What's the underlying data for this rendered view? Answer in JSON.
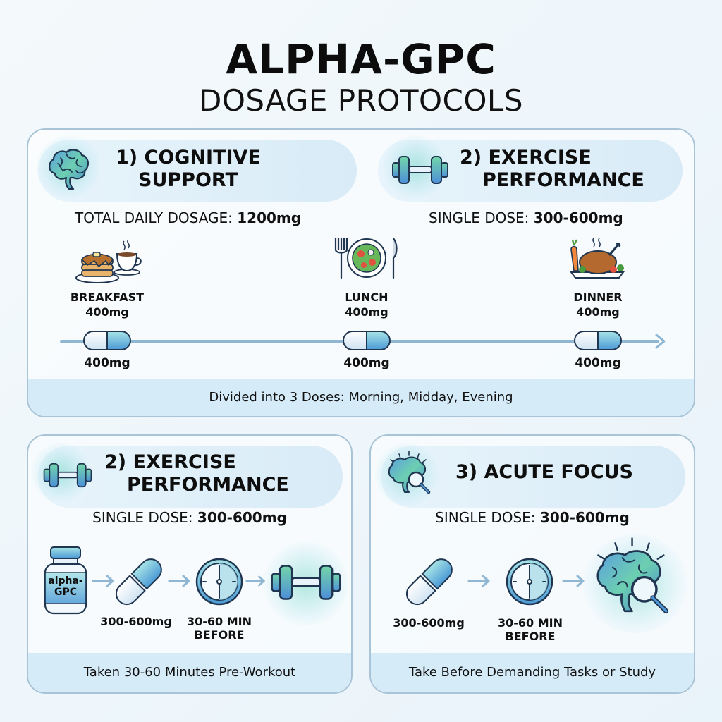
{
  "header": {
    "title": "ALPHA-GPC",
    "subtitle": "DOSAGE PROTOCOLS"
  },
  "cognitive": {
    "title_line1": "1) COGNITIVE",
    "title_line2": "SUPPORT",
    "icon": "brain-icon",
    "dose_prefix": "TOTAL DAILY DOSAGE:",
    "dose_value": "1200mg",
    "meals": [
      {
        "label": "BREAKFAST",
        "dose": "400mg",
        "icon": "pancakes-coffee-icon",
        "pill_dose": "400mg"
      },
      {
        "label": "LUNCH",
        "dose": "400mg",
        "icon": "salad-plate-icon",
        "pill_dose": "400mg"
      },
      {
        "label": "DINNER",
        "dose": "400mg",
        "icon": "roast-chicken-icon",
        "pill_dose": "400mg"
      }
    ],
    "footer": "Divided into 3 Doses: Morning, Midday, Evening"
  },
  "exercise_top": {
    "title_line1": "2) EXERCISE",
    "title_line2": "PERFORMANCE",
    "icon": "dumbbell-icon",
    "dose_prefix": "SINGLE DOSE:",
    "dose_value": "300-600mg"
  },
  "exercise": {
    "title_line1": "2) EXERCISE",
    "title_line2": "PERFORMANCE",
    "icon": "dumbbell-icon",
    "dose_prefix": "SINGLE DOSE:",
    "dose_value": "300-600mg",
    "bottle_label_line1": "alpha-",
    "bottle_label_line2": "GPC",
    "steps": [
      {
        "icon": "bottle-icon"
      },
      {
        "icon": "capsule-icon",
        "label": "300-600mg"
      },
      {
        "icon": "clock-icon",
        "label_line1": "30-60 MIN",
        "label_line2": "BEFORE"
      },
      {
        "icon": "dumbbell-icon"
      }
    ],
    "footer": "Taken 30-60 Minutes Pre-Workout"
  },
  "focus": {
    "title": "3) ACUTE FOCUS",
    "icon": "brain-magnifier-icon",
    "dose_prefix": "SINGLE DOSE:",
    "dose_value": "300-600mg",
    "steps": [
      {
        "icon": "capsule-icon",
        "label": "300-600mg"
      },
      {
        "icon": "clock-icon",
        "label_line1": "30-60 MIN",
        "label_line2": "BEFORE"
      },
      {
        "icon": "brain-magnifier-icon"
      }
    ],
    "footer": "Take Before Demanding Tasks or Study"
  },
  "colors": {
    "border": "#a9c4d6",
    "header_pill": "#dcedf8",
    "footer_band": "#d6ebf8",
    "icon_blue": "#4f96d8",
    "icon_green": "#6fd3a8",
    "timeline": "#8fb6d2"
  }
}
